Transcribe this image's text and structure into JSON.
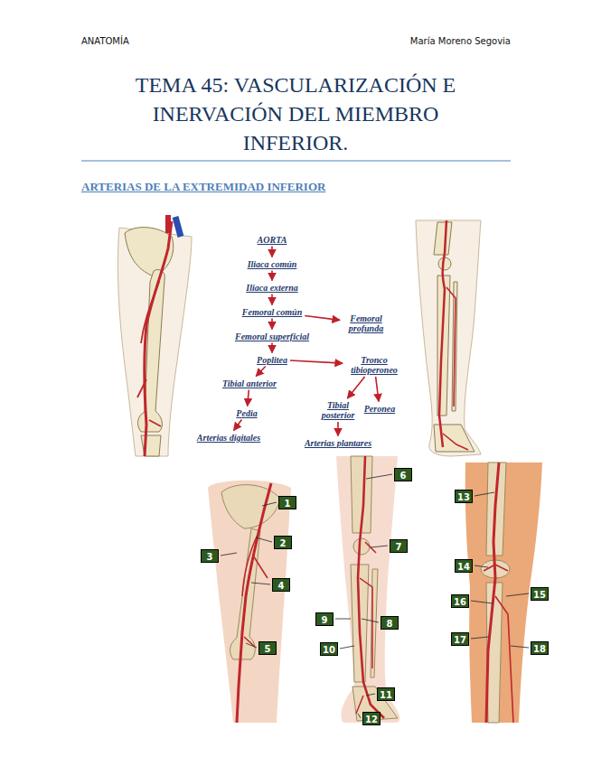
{
  "diagram": {
    "title": "TEMA 45: VASCULARIZACIÓN E INERVACIÓN DEL MIEMBRO INFERIOR.",
    "nodes": [
      {
        "text": [
          "AORTA"
        ]
      },
      {
        "text": [
          "Iliaca común"
        ]
      },
      {
        "text": [
          "Iliaca externa"
        ]
      },
      {
        "text": [
          "Femoral común"
        ]
      },
      {
        "text": [
          "Femoral profunda"
        ]
      },
      {
        "text": [
          "Femoral superficial"
        ]
      },
      {
        "text": [
          "Poplitea"
        ]
      },
      {
        "text": [
          "Tronco tibioperoneo"
        ]
      },
      {
        "text": [
          "Tibial anterior"
        ]
      },
      {
        "text": [
          "Tibial posterior"
        ]
      },
      {
        "text": [
          "Peronea"
        ]
      },
      {
        "text": [
          "Pedia"
        ]
      },
      {
        "text": [
          "Arterias digitales"
        ]
      },
      {
        "text": [
          "Arterias plantares"
        ]
      }
    ],
    "edges": [
      {
        "from": 0,
        "to": 1,
        "arrow": "to"
      },
      {
        "from": 1,
        "to": 2,
        "arrow": "to"
      },
      {
        "from": 2,
        "to": 3,
        "arrow": "to"
      },
      {
        "from": 3,
        "to": 4,
        "arrow": "to"
      },
      {
        "from": 3,
        "to": 5,
        "arrow": "to"
      },
      {
        "from": 5,
        "to": 6,
        "arrow": "to"
      },
      {
        "from": 6,
        "to": 7,
        "arrow": "to"
      },
      {
        "from": 6,
        "to": 8,
        "arrow": "to"
      },
      {
        "from": 8,
        "to": 11,
        "arrow": "to"
      },
      {
        "from": 7,
        "to": 9,
        "arrow": "to"
      },
      {
        "from": 7,
        "to": 10,
        "arrow": "to"
      },
      {
        "from": 11,
        "to": 12,
        "arrow": "to"
      },
      {
        "from": 9,
        "to": 13,
        "arrow": "to"
      }
    ],
    "labels": [
      "ANATOMÍA",
      "María Moreno Segovia",
      "ARTERIAS DE LA EXTREMIDAD INFERIOR",
      "1",
      "2",
      "3",
      "4",
      "5",
      "6",
      "7",
      "8",
      "9",
      "10",
      "11",
      "12",
      "13",
      "14",
      "15",
      "16",
      "17",
      "18"
    ]
  }
}
